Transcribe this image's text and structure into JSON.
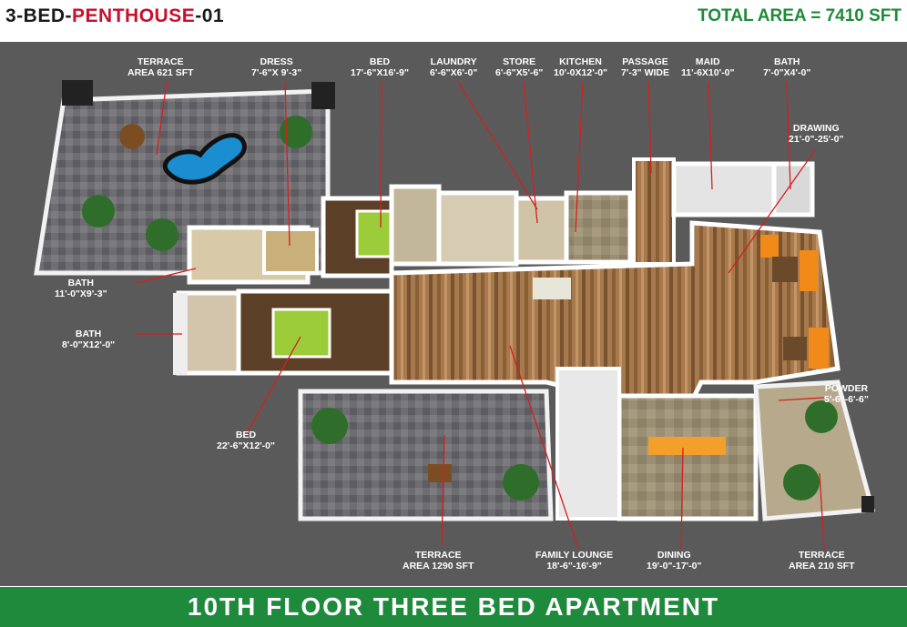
{
  "header": {
    "title_prefix": "3-BED-",
    "title_highlight": "PENTHOUSE",
    "title_suffix": "-01",
    "total_area": "TOTAL AREA = 7410 SFT"
  },
  "rooms": {
    "terrace_top": {
      "name": "TERRACE",
      "size": "AREA 621 SFT"
    },
    "dress": {
      "name": "DRESS",
      "size": "7'-6\"X 9'-3\""
    },
    "bed_top": {
      "name": "BED",
      "size": "17'-6\"X16'-9\""
    },
    "laundry": {
      "name": "LAUNDRY",
      "size": "6'-6\"X6'-0\""
    },
    "store": {
      "name": "STORE",
      "size": "6'-6\"X5'-6\""
    },
    "kitchen": {
      "name": "KITCHEN",
      "size": "10'-0X12'-0\""
    },
    "passage": {
      "name": "PASSAGE",
      "size": "7'-3\" WIDE"
    },
    "maid": {
      "name": "MAID",
      "size": "11'-6X10'-0\""
    },
    "bath_top_right": {
      "name": "BATH",
      "size": "7'-0\"X4'-0\""
    },
    "drawing": {
      "name": "DRAWING",
      "size": "21'-0\"-25'-0\""
    },
    "bath_left_1": {
      "name": "BATH",
      "size": "11'-0\"X9'-3\""
    },
    "bath_left_2": {
      "name": "BATH",
      "size": "8'-0\"X12'-0\""
    },
    "powder": {
      "name": "POWDER",
      "size": "5'-6\"-6'-6\""
    },
    "bed_bottom": {
      "name": "BED",
      "size": "22'-6\"X12'-0\""
    },
    "terrace_bottom": {
      "name": "TERRACE",
      "size": "AREA 1290 SFT"
    },
    "family_lounge": {
      "name": "FAMILY LOUNGE",
      "size": "18'-6\"-16'-9\""
    },
    "dining": {
      "name": "DINING",
      "size": "19'-0\"-17'-0\""
    },
    "terrace_right": {
      "name": "TERRACE",
      "size": "AREA 210 SFT"
    }
  },
  "footer": {
    "title": "10TH FLOOR THREE BED APARTMENT"
  },
  "colors": {
    "accent_red": "#c8102e",
    "brand_green": "#1e8a3c",
    "background": "#5a5a5a"
  }
}
